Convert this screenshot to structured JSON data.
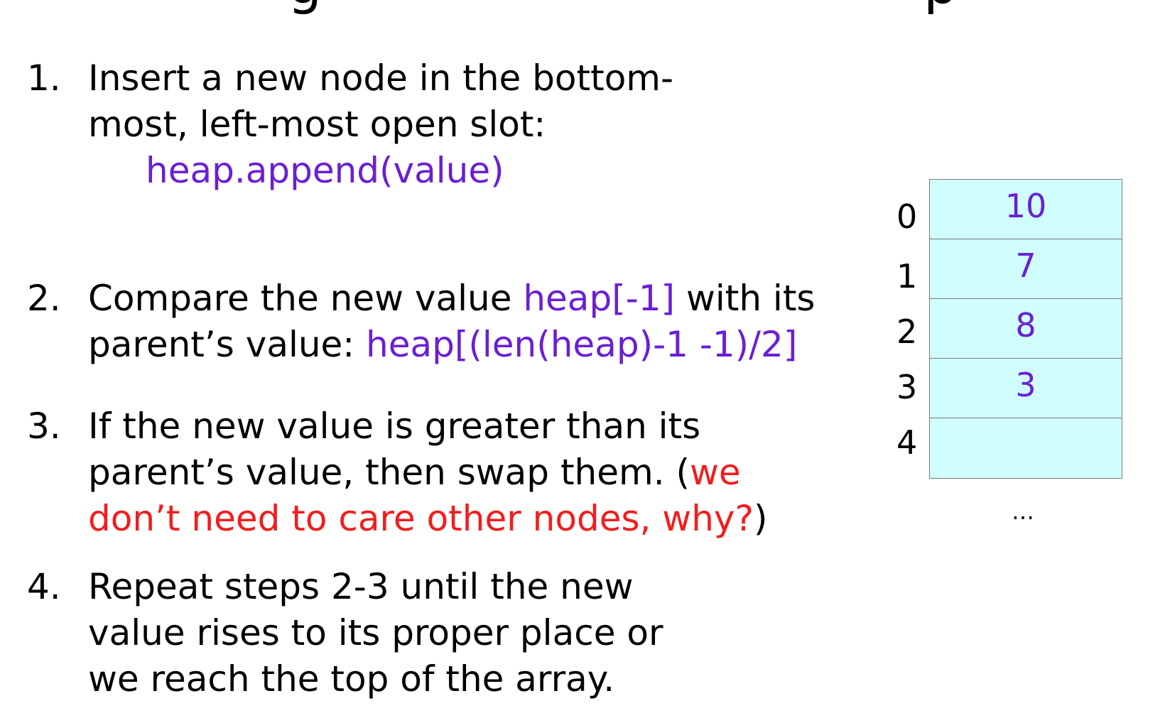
{
  "title_fragment": {
    "left_glyph": "g",
    "right_glyph": "p"
  },
  "steps": [
    {
      "number": "1.",
      "line1": "Insert a new node in the bottom-",
      "line2": "most, left-most open slot:",
      "code": "heap.append(value)"
    },
    {
      "number": "2.",
      "line1_text": "Compare the new value ",
      "line1_code": "heap[-1]",
      "line1_tail": " with its",
      "line2_text": "parent’s value: ",
      "line2_code": "heap[(len(heap)-1 -1)/2]"
    },
    {
      "number": "3.",
      "line1": "If the new value is greater than its",
      "line2_text": "parent’s value, then swap them. (",
      "line2_note": "we",
      "line3_note": "don’t need to care other nodes, why?",
      "line3_tail": ")"
    },
    {
      "number": "4.",
      "line1": "Repeat steps 2-3 until the new",
      "line2": "value rises to its proper place or",
      "line3": "we reach the top of the array."
    }
  ],
  "array": {
    "indices": [
      "0",
      "1",
      "2",
      "3",
      "4"
    ],
    "values": [
      "10",
      "7",
      "8",
      "3",
      ""
    ],
    "ellipsis": "…"
  },
  "colors": {
    "code": "#6a1fd4",
    "note": "#f21d1d",
    "cell_fill": "#d0fdfd"
  }
}
